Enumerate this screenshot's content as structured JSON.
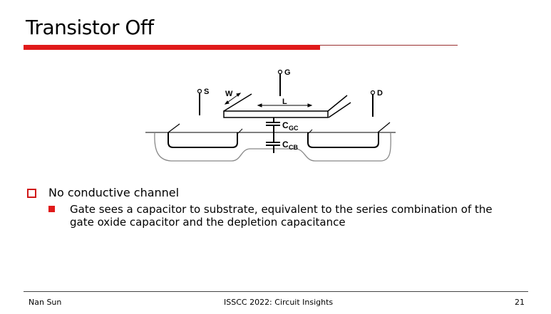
{
  "slide": {
    "title": "Transistor Off",
    "accent_color": "#e01a1a"
  },
  "diagram": {
    "labels": {
      "gate": "G",
      "source": "S",
      "drain": "D",
      "width": "W",
      "length": "L",
      "cgc_main": "C",
      "cgc_sub": "GC",
      "ccb_main": "C",
      "ccb_sub": "CB"
    }
  },
  "bullets": [
    {
      "text": "No conductive channel",
      "sub": [
        {
          "text": "Gate sees a capacitor to substrate, equivalent to the series combination of the gate oxide capacitor and the depletion capacitance"
        }
      ]
    }
  ],
  "footer": {
    "author": "Nan Sun",
    "event": "ISSCC 2022: Circuit Insights",
    "page": "21"
  }
}
